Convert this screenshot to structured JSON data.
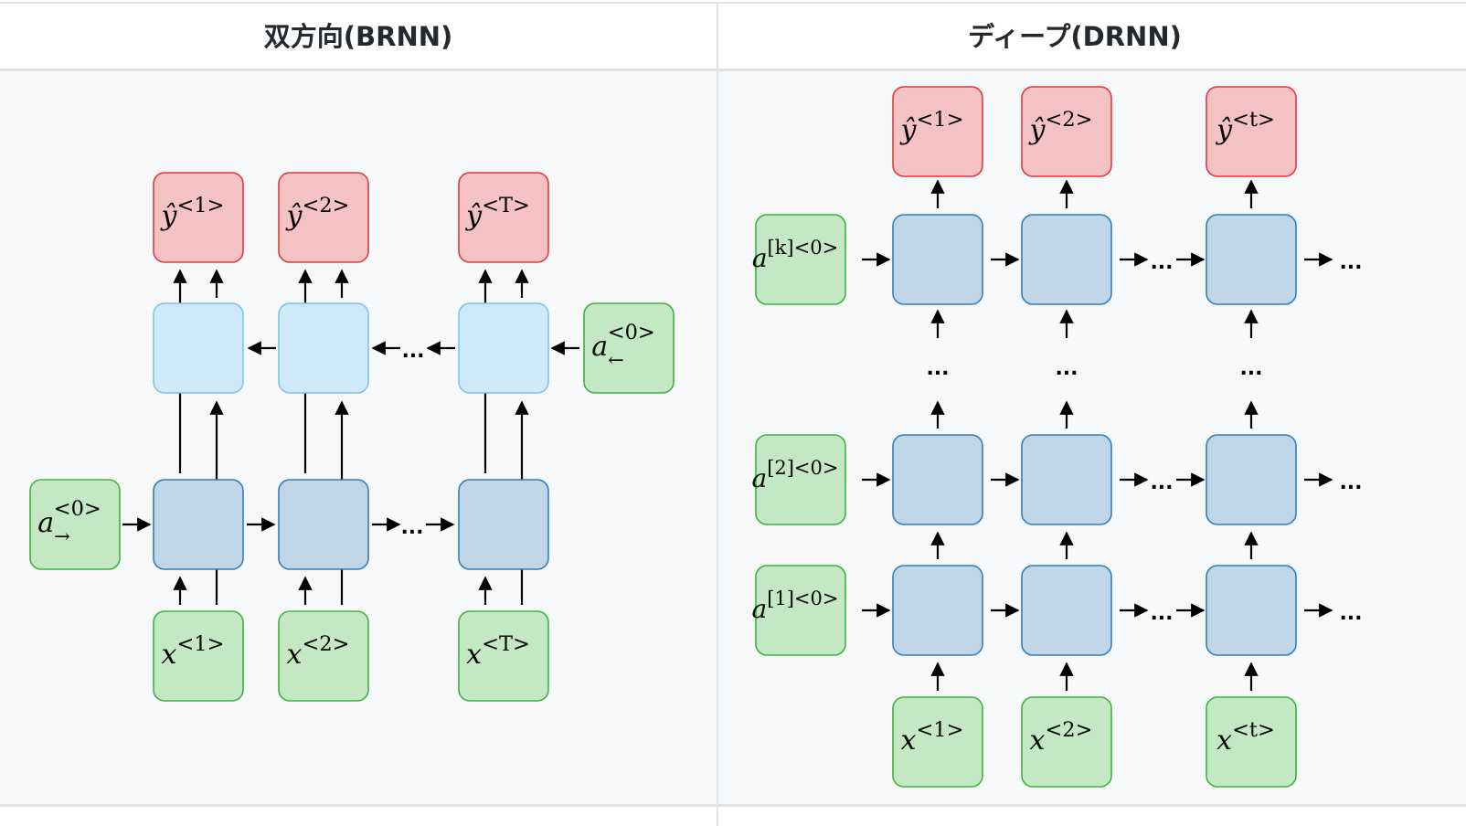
{
  "headers": {
    "brnn": "双方向(BRNN)",
    "drnn": "ディープ(DRNN)"
  },
  "colors": {
    "output_fill": "#f4c2c2",
    "output_stroke": "#e0393e",
    "input_fill": "#c3e8c3",
    "input_stroke": "#3cb43c",
    "hidden_fill": "#c0d6e6",
    "hidden_stroke": "#2d7fc3",
    "backward_fill": "#d0e9f8",
    "backward_stroke": "#7cc4ee",
    "panel_bg": "#f6f8fa"
  },
  "brnn": {
    "outputs": [
      {
        "base": "ŷ",
        "sup": "<1>"
      },
      {
        "base": "ŷ",
        "sup": "<2>"
      },
      {
        "base": "ŷ",
        "sup": "<T>"
      }
    ],
    "inputs": [
      {
        "base": "x",
        "sup": "<1>"
      },
      {
        "base": "x",
        "sup": "<2>"
      },
      {
        "base": "x",
        "sup": "<T>"
      }
    ],
    "forward_init": {
      "base": "a",
      "sup": "<0>",
      "sub": "→"
    },
    "backward_init": {
      "base": "a",
      "sup": "<0>",
      "sub": "←"
    },
    "ellipsis": "..."
  },
  "drnn": {
    "outputs": [
      {
        "base": "ŷ",
        "sup": "<1>"
      },
      {
        "base": "ŷ",
        "sup": "<2>"
      },
      {
        "base": "ŷ",
        "sup": "<t>"
      }
    ],
    "inputs": [
      {
        "base": "x",
        "sup": "<1>"
      },
      {
        "base": "x",
        "sup": "<2>"
      },
      {
        "base": "x",
        "sup": "<t>"
      }
    ],
    "layer_inits": [
      {
        "base": "a",
        "sup": "[k]<0>"
      },
      {
        "base": "a",
        "sup": "[2]<0>"
      },
      {
        "base": "a",
        "sup": "[1]<0>"
      }
    ],
    "ellipsis": "..."
  }
}
